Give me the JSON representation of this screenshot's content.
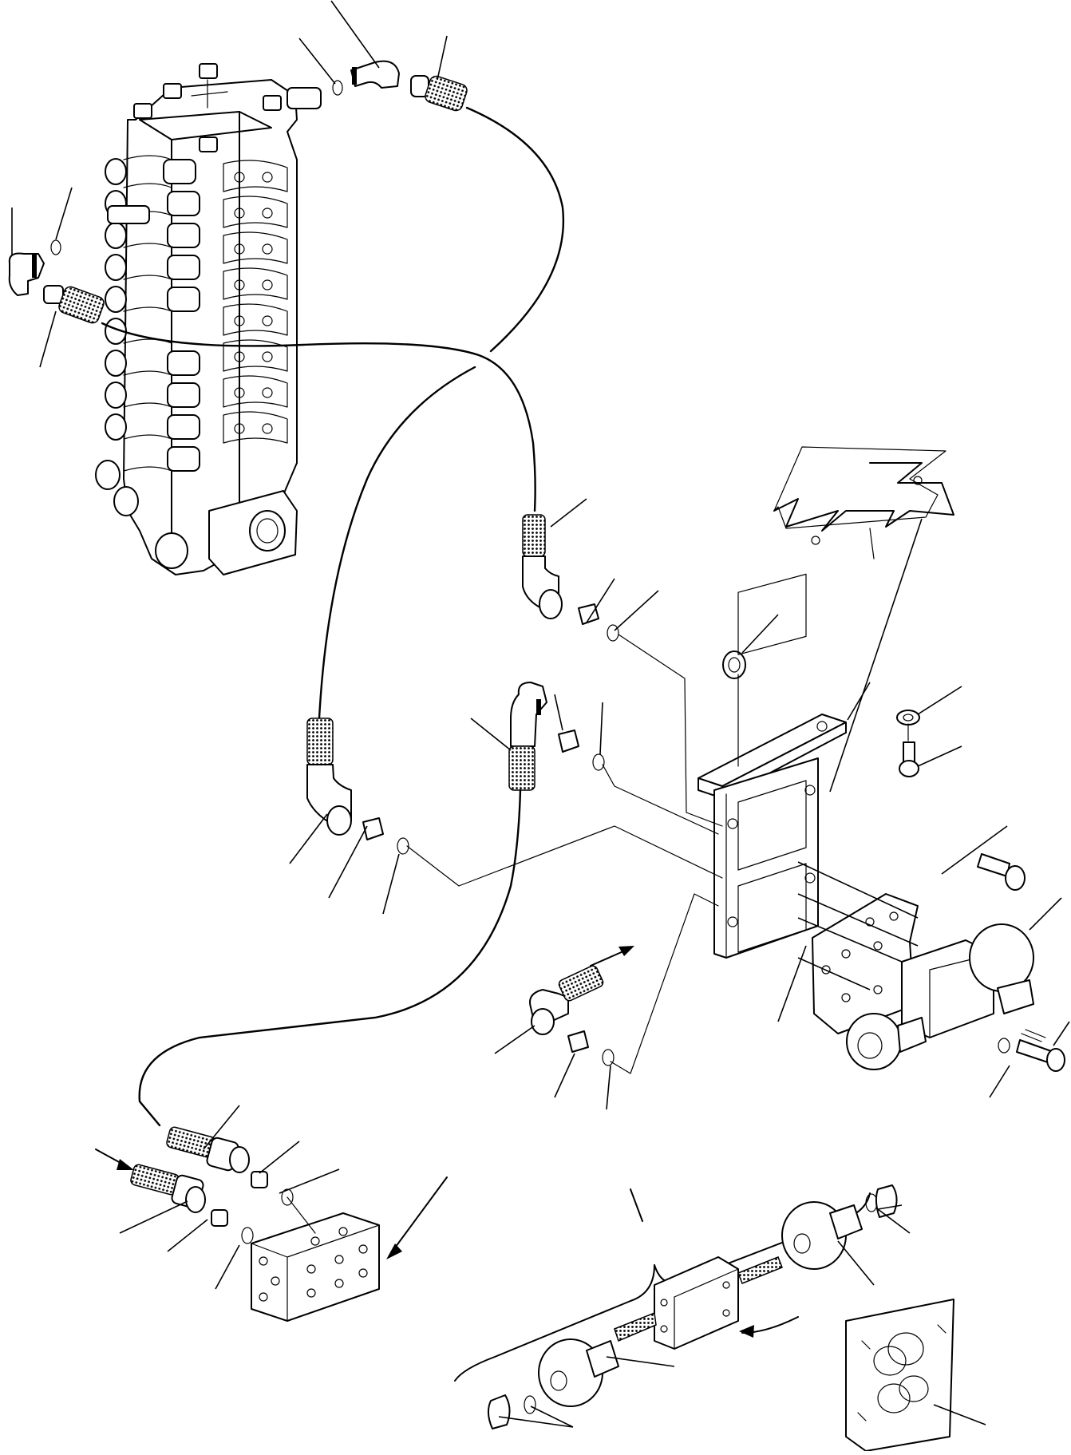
{
  "diagram": {
    "line_color": "#000000",
    "background": "#ffffff",
    "components": [
      {
        "name": "control-valve-assembly"
      },
      {
        "name": "hose-to-valve-left"
      },
      {
        "name": "hose-to-valve-top"
      },
      {
        "name": "elbow-fittings"
      },
      {
        "name": "adapter-fittings"
      },
      {
        "name": "o-rings"
      },
      {
        "name": "mounting-bracket"
      },
      {
        "name": "solenoid-valve"
      },
      {
        "name": "manifold-block"
      },
      {
        "name": "solenoid-coil-detail"
      },
      {
        "name": "seal-kit"
      },
      {
        "name": "frame-plate"
      }
    ]
  }
}
